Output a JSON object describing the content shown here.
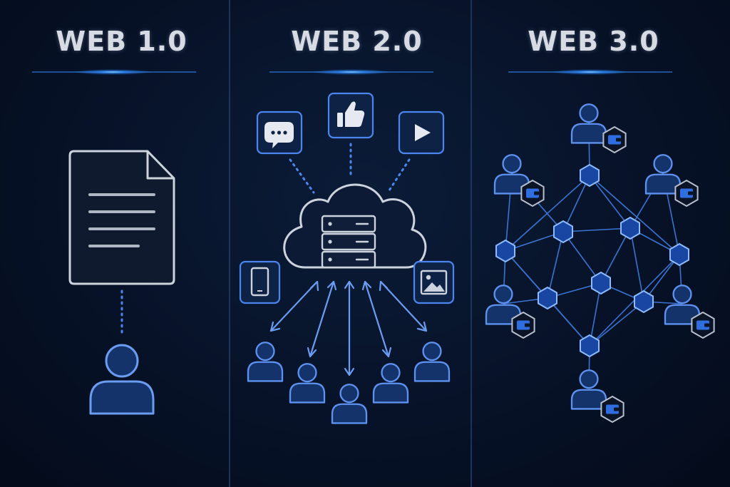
{
  "panels": [
    {
      "id": "web1",
      "title": "WEB 1.0"
    },
    {
      "id": "web2",
      "title": "WEB 2.0"
    },
    {
      "id": "web3",
      "title": "WEB 3.0"
    }
  ],
  "colors": {
    "background": "#061024",
    "accent_blue": "#3d7be8",
    "glow_blue": "#2f8cff",
    "icon_fill": "#15336b",
    "outline_white": "#d7dbe3"
  },
  "icons": {
    "web1": [
      "document-icon",
      "user-icon"
    ],
    "web2": [
      "chat-icon",
      "thumbs-up-icon",
      "play-icon",
      "cloud-server-icon",
      "phone-icon",
      "image-icon",
      "user-icon"
    ],
    "web3": [
      "node-hexagon-icon",
      "user-icon",
      "wallet-icon"
    ]
  }
}
